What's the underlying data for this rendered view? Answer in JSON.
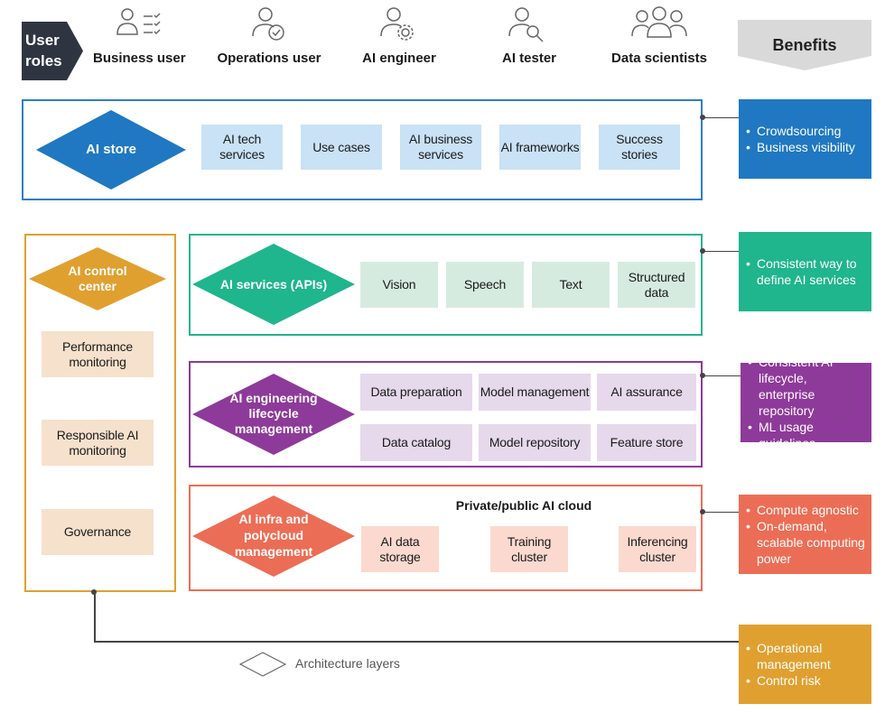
{
  "header": {
    "user_roles": "User roles",
    "benefits": "Benefits",
    "roles": [
      {
        "label": "Business user",
        "icon": "business-user-icon"
      },
      {
        "label": "Operations user",
        "icon": "operations-user-icon"
      },
      {
        "label": "AI engineer",
        "icon": "ai-engineer-icon"
      },
      {
        "label": "AI tester",
        "icon": "ai-tester-icon"
      },
      {
        "label": "Data scientists",
        "icon": "data-scientists-icon"
      }
    ]
  },
  "ai_store": {
    "title": "AI store",
    "color": "#1f78c1",
    "items": [
      "AI tech services",
      "Use cases",
      "AI business services",
      "AI frameworks",
      "Success stories"
    ],
    "benefits": [
      "Crowdsourcing",
      "Business visibility"
    ]
  },
  "control_center": {
    "title": "AI control center",
    "color": "#e0a030",
    "items": [
      "Performance monitoring",
      "Responsible AI monitoring",
      "Governance"
    ],
    "benefits": [
      "Operational management",
      "Control risk"
    ]
  },
  "ai_services": {
    "title": "AI services (APIs)",
    "color": "#1fb58d",
    "items": [
      "Vision",
      "Speech",
      "Text",
      "Structured data"
    ],
    "benefits": [
      "Consistent way to define AI services"
    ]
  },
  "ai_engineering": {
    "title": "AI engineering lifecycle management",
    "color": "#8e3a9a",
    "items": [
      "Data preparation",
      "Model management",
      "AI assurance",
      "Data catalog",
      "Model repository",
      "Feature store"
    ],
    "benefits": [
      "Consistent AI lifecycle, enterprise repository",
      "ML usage guidelines"
    ]
  },
  "ai_infra": {
    "title": "AI infra and polycloud management",
    "color": "#ec6d55",
    "cloud_label": "Private/public AI cloud",
    "items": [
      "AI data storage",
      "Training cluster",
      "Inferencing cluster"
    ],
    "benefits": [
      "Compute agnostic",
      "On-demand, scalable computing power"
    ]
  },
  "legend": {
    "label": "Architecture layers"
  }
}
